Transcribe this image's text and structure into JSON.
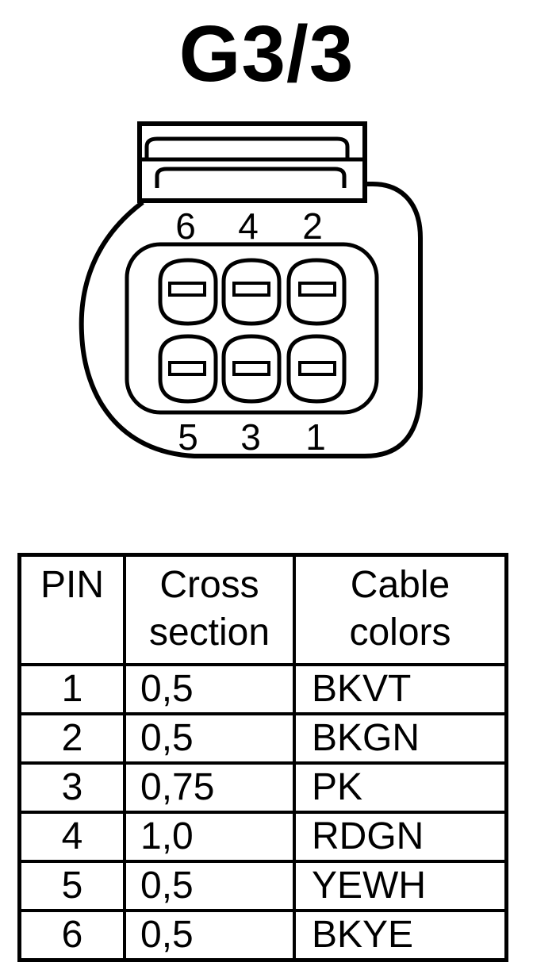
{
  "title": "G3/3",
  "connector": {
    "top_labels": [
      "6",
      "4",
      "2"
    ],
    "bottom_labels": [
      "5",
      "3",
      "1"
    ]
  },
  "table": {
    "headers": {
      "pin": "PIN",
      "cross_line1": "Cross",
      "cross_line2": "section",
      "color_line1": "Cable",
      "color_line2": "colors"
    },
    "rows": [
      {
        "pin": "1",
        "cross": "0,5",
        "color": "BKVT"
      },
      {
        "pin": "2",
        "cross": "0,5",
        "color": "BKGN"
      },
      {
        "pin": "3",
        "cross": "0,75",
        "color": "PK"
      },
      {
        "pin": "4",
        "cross": "1,0",
        "color": "RDGN"
      },
      {
        "pin": "5",
        "cross": "0,5",
        "color": "YEWH"
      },
      {
        "pin": "6",
        "cross": "0,5",
        "color": "BKYE"
      }
    ]
  }
}
